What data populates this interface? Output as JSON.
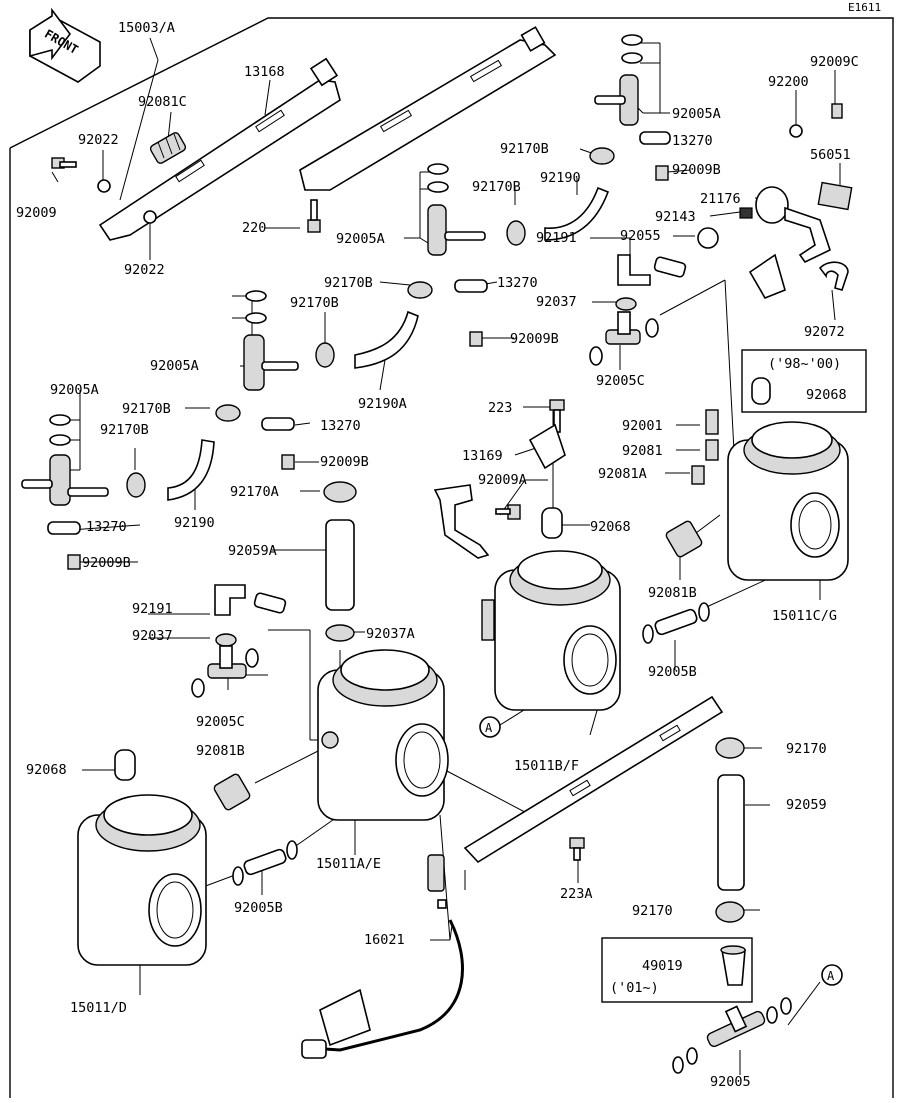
{
  "figure_id": "E1611",
  "front_label": "FRONT",
  "circle_marker": "A",
  "frame": {
    "inset_98_00": "('98~'00)",
    "inset_01": "('01~)"
  },
  "labels": {
    "l15003A": "15003/A",
    "l13168": "13168",
    "l92081C": "92081C",
    "l92022a": "92022",
    "l92009": "92009",
    "l92022b": "92022",
    "l220": "220",
    "l92005A_top": "92005A",
    "l92005A_a": "92005A",
    "l92005A_b": "92005A",
    "l92005A_c": "92005A",
    "l92170B_a": "92170B",
    "l92170B_b": "92170B",
    "l92170B_c": "92170B",
    "l92170B_d": "92170B",
    "l92170B_e": "92170B",
    "l92170B_f": "92170B",
    "l92190": "92190",
    "l92190b": "92190",
    "l92190A": "92190A",
    "l13270_a": "13270",
    "l13270_b": "13270",
    "l13270_c": "13270",
    "l13270_d": "13270",
    "l92009B_a": "92009B",
    "l92009B_b": "92009B",
    "l92009B_c": "92009B",
    "l92009B_d": "92009B",
    "l92009C": "92009C",
    "l92200": "92200",
    "l56051": "56051",
    "l21176": "21176",
    "l92143": "92143",
    "l92055": "92055",
    "l92072": "92072",
    "l92191_a": "92191",
    "l92191_b": "92191",
    "l92037_a": "92037",
    "l92037_b": "92037",
    "l92037A": "92037A",
    "l92005C_a": "92005C",
    "l92005C_b": "92005C",
    "l92068_a": "92068",
    "l92068_b": "92068",
    "l92068_c": "92068",
    "l223": "223",
    "l223A": "223A",
    "l13169": "13169",
    "l92009A": "92009A",
    "l92001": "92001",
    "l92081": "92081",
    "l92081A": "92081A",
    "l92081B_a": "92081B",
    "l92081B_b": "92081B",
    "l92170A": "92170A",
    "l92059A": "92059A",
    "l92059": "92059",
    "l92170_a": "92170",
    "l92170_b": "92170",
    "l15011CG": "15011C/G",
    "l15011BF": "15011B/F",
    "l15011AE": "15011A/E",
    "l15011D": "15011/D",
    "l92005B_a": "92005B",
    "l92005B_b": "92005B",
    "l16021": "16021",
    "l49019": "49019",
    "l92005": "92005"
  }
}
